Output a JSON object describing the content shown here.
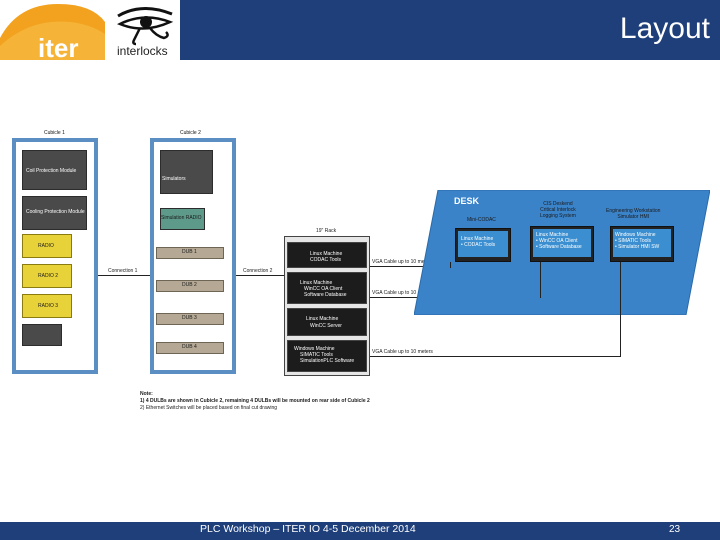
{
  "header": {
    "title": "Layout",
    "logo_iter_text": "iter",
    "logo_interlocks_text": "interlocks",
    "colors": {
      "band": "#1f3f7a",
      "logo_orange": "#f2a21f"
    }
  },
  "footer": {
    "text": "PLC Workshop – ITER IO 4-5 December 2014",
    "page": "23"
  },
  "diagram": {
    "cubicle1": {
      "label": "Cubicle 1",
      "modules": [
        "Coil Protection Module",
        "Cooling Protection Module",
        "RADIO",
        "RADIO 2",
        "RADIO 3"
      ],
      "connection": "Connection 1"
    },
    "cubicle2": {
      "label": "Cubicle 2",
      "modules": [
        "Simulators",
        "Simulation RADIO"
      ],
      "duls": [
        "DUB 1",
        "DUB 2",
        "DUB 3",
        "DUB 4"
      ],
      "connection": "Connection 2"
    },
    "rack": {
      "label": "19\" Rack",
      "units": [
        {
          "title": "Linux Machine",
          "items": [
            "CODAC Tools"
          ]
        },
        {
          "title": "Linux Machine",
          "items": [
            "WinCC OA Client",
            "Software Database"
          ]
        },
        {
          "title": "Linux Machine",
          "items": [
            "WinCC Server"
          ]
        },
        {
          "title": "Windows Machine",
          "items": [
            "SIMATIC Tools",
            "SimulationPLC Software"
          ]
        }
      ],
      "cables": [
        "VGA Cable up to 10 meters",
        "VGA Cable up to 10 meters",
        "VGA Cable up to 10 meters"
      ]
    },
    "desk": {
      "label": "DESK",
      "stations": [
        {
          "title": "Mini-CODAC",
          "screen": [
            "Linux Machine",
            "• CODAC Tools"
          ]
        },
        {
          "title": "CIS Deskend\nCritical Interlock\nLogging System",
          "screen": [
            "Linux Machine",
            "• WinCC OA Client",
            "• Software Database"
          ]
        },
        {
          "title": "Engineering Workstation\nSimulator HMI",
          "screen": [
            "Windows Machine",
            "• SIMATIC Tools",
            "• Simulator HMI SW"
          ]
        }
      ]
    },
    "note": {
      "title": "Note:",
      "lines": [
        "1)  4 DULBs are shown in Cubicle 2, remaining 4 DULBs will be mounted on rear side of Cubicle 2",
        "2)  Ethernet Switches will be placed based on final cut drawing"
      ]
    }
  }
}
